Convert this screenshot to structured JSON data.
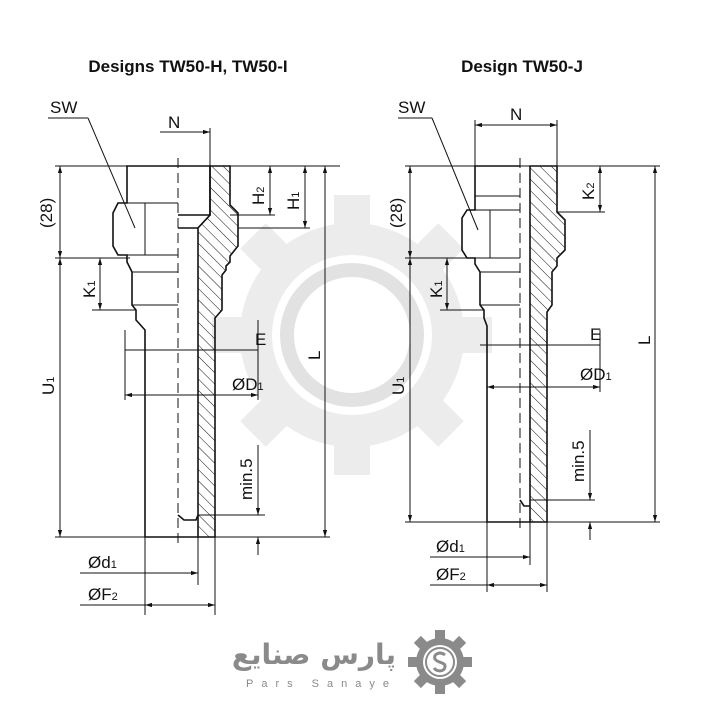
{
  "titles": {
    "left": "Designs TW50-H, TW50-I",
    "right": "Design TW50-J"
  },
  "labels": {
    "sw": "SW",
    "n": "N",
    "l": "L",
    "e": "E",
    "min5": "min.5",
    "d28": "(28)",
    "u": "U",
    "k": "K",
    "h": "H",
    "od": "ØD",
    "od_small": "Ød",
    "of": "ØF",
    "one": "1",
    "two": "2"
  },
  "logo": {
    "text_fa": "پارس صنایع",
    "text_en": "Pars Sanaye",
    "color": "#8a8a8a"
  },
  "watermark_color": "#ececec"
}
